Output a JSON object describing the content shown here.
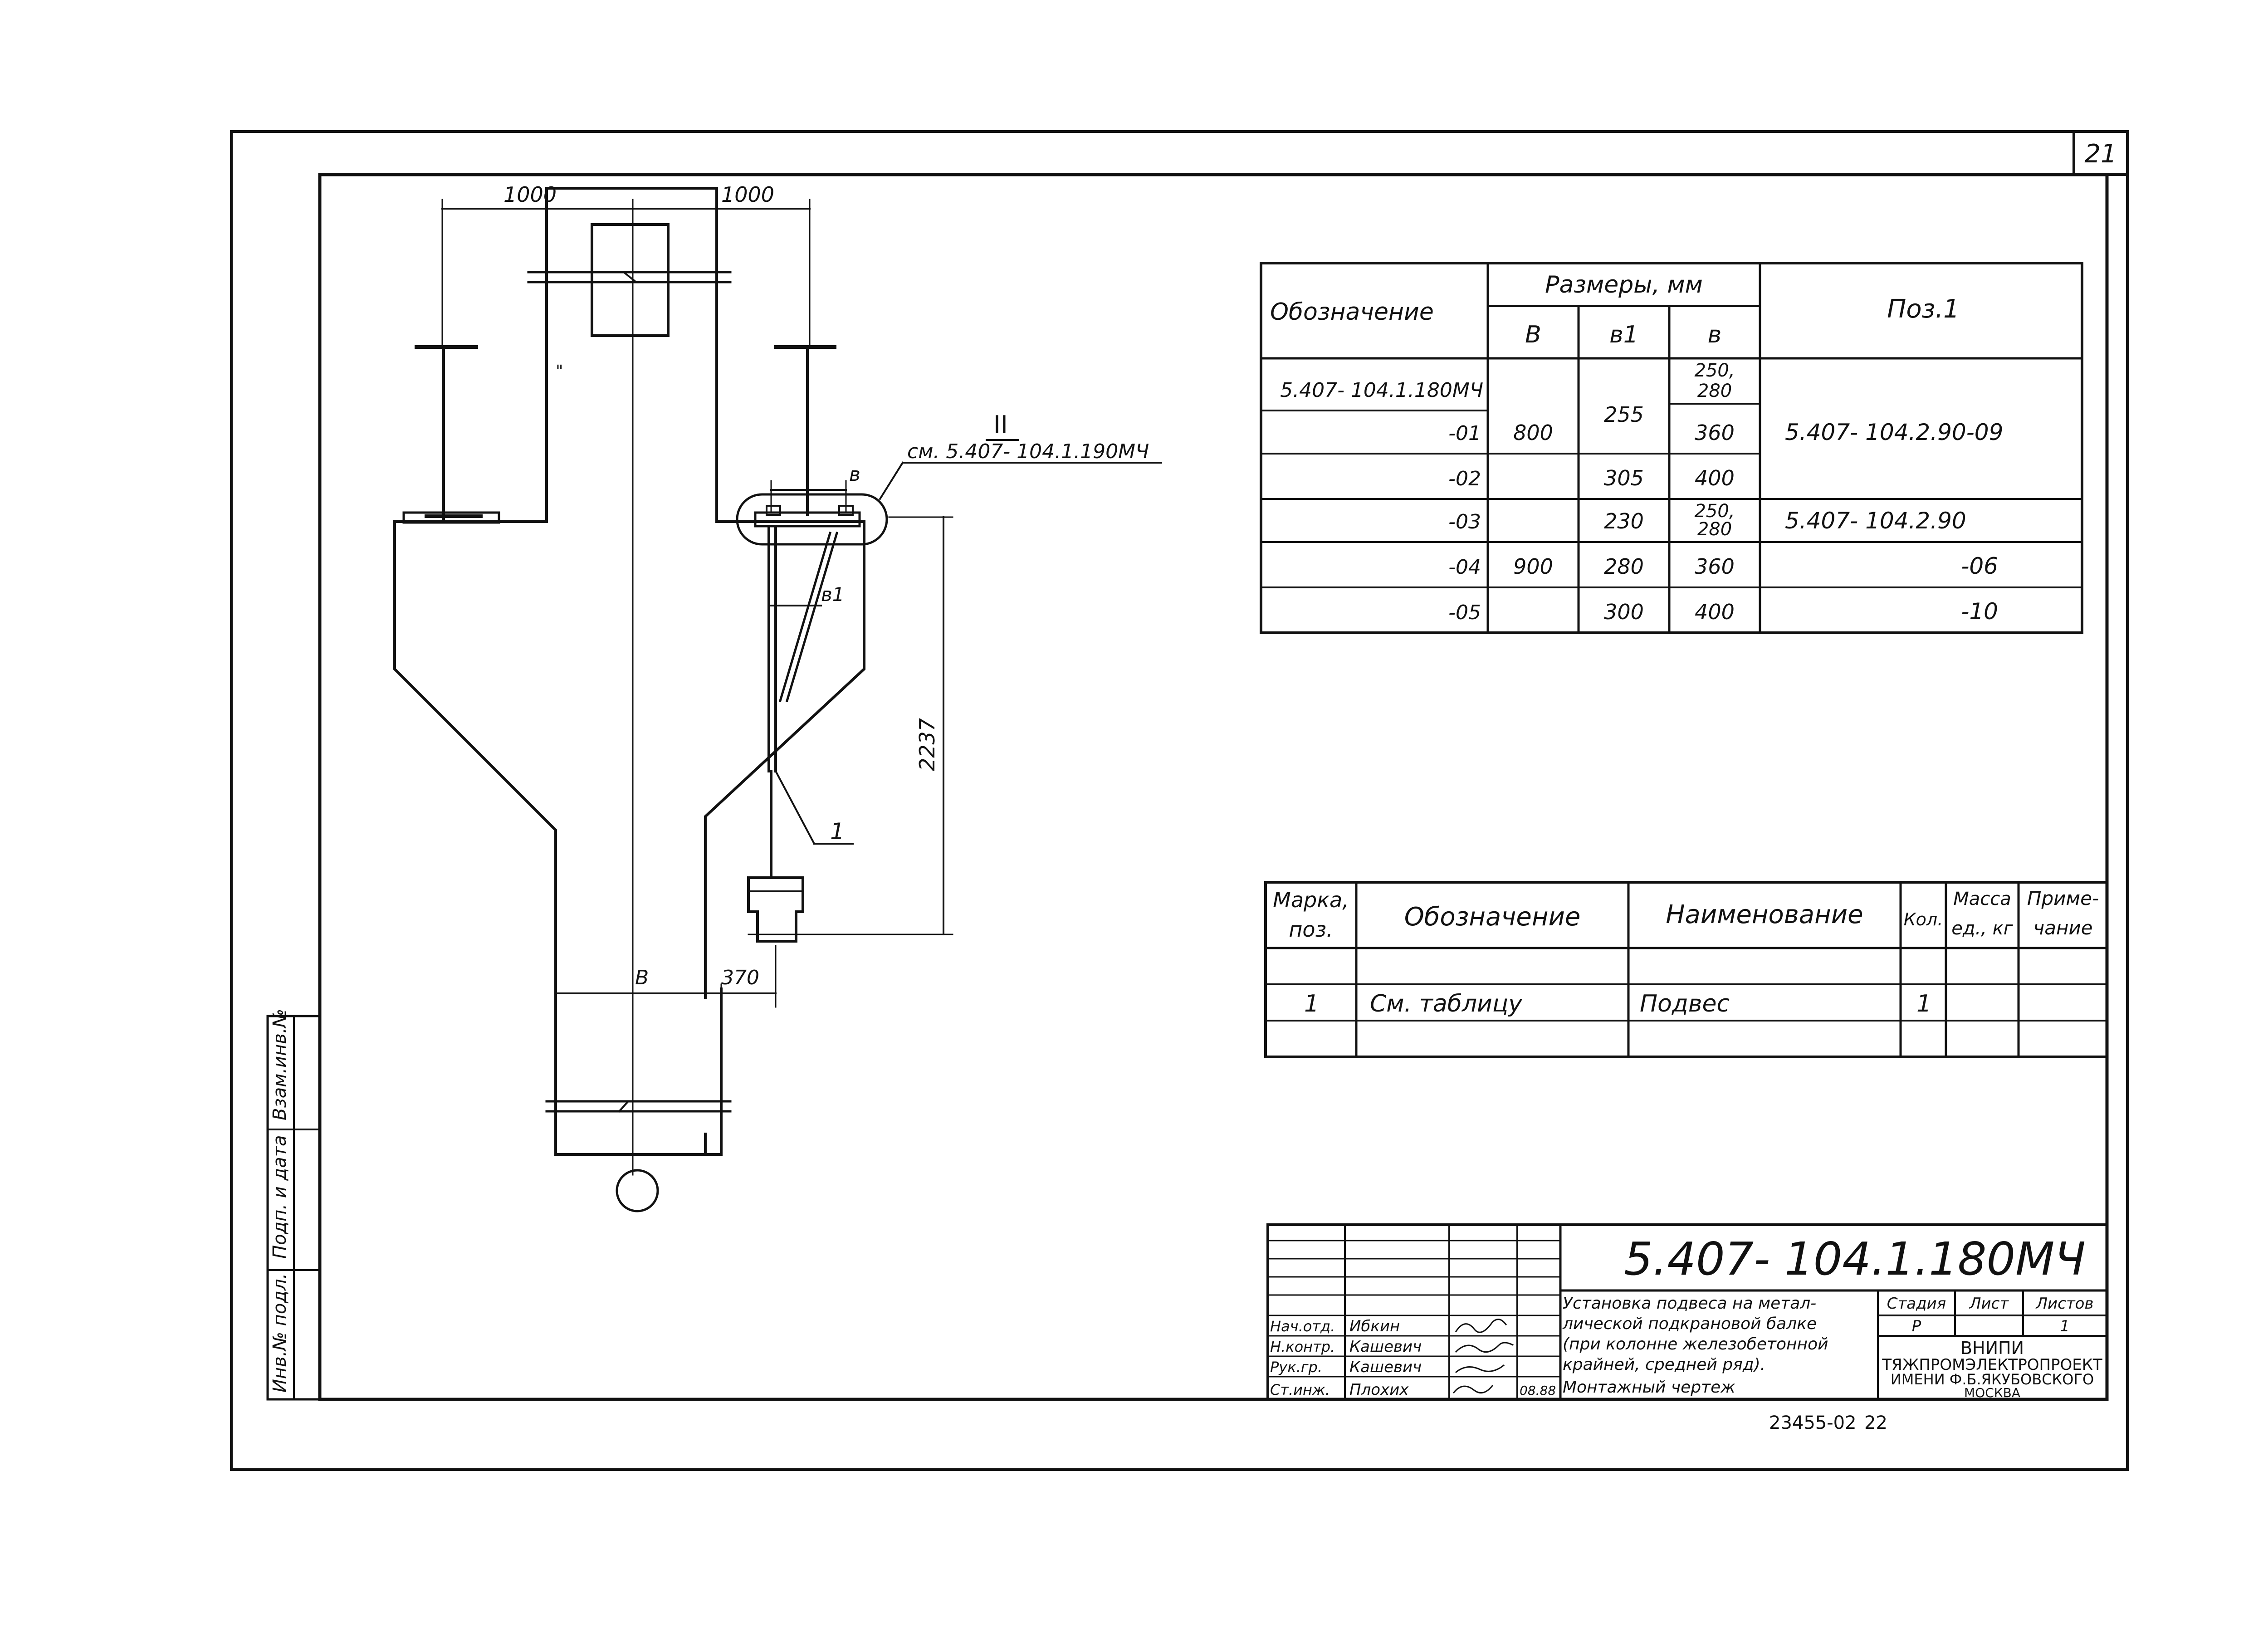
{
  "sheet": {
    "page_number": "21",
    "bottom_note": "23455-02",
    "bottom_page": "22"
  },
  "drawing": {
    "dim_left_1000": "1000",
    "dim_right_1000": "1000",
    "dim_b_small": "в",
    "dim_b1": "в1",
    "dim_height": "2237",
    "dim_B": "В",
    "dim_370": "370",
    "position_label": "1",
    "section_mark": "II",
    "section_ref": "см. 5.407- 104.1.190МЧ"
  },
  "sizes_table": {
    "header_designation": "Обозначение",
    "header_sizes": "Размеры, мм",
    "header_B": "В",
    "header_b1": "в1",
    "header_b": "в",
    "header_pos": "Поз.1",
    "rows": [
      {
        "designation": "5.407- 104.1.180МЧ",
        "b": "250,",
        "b_line2": "280"
      },
      {
        "designation": "-01",
        "b": "360"
      },
      {
        "designation": "-02",
        "b1": "305",
        "b": "400"
      },
      {
        "designation": "-03",
        "b1": "230",
        "b": "250,",
        "b_line2": "280"
      },
      {
        "designation": "-04",
        "b1": "280",
        "b": "360"
      },
      {
        "designation": "-05",
        "b1": "300",
        "b": "400"
      }
    ],
    "B_800": "800",
    "B_900": "900",
    "b1_255": "255",
    "pos_a": "5.407- 104.2.90-09",
    "pos_b": "5.407- 104.2.90",
    "pos_c": "-06",
    "pos_d": "-10"
  },
  "spec_table": {
    "h_mark": "Марка,",
    "h_mark2": "поз.",
    "h_designation": "Обозначение",
    "h_name": "Наименование",
    "h_qty": "Кол.",
    "h_mass": "Масса",
    "h_mass2": "ед., кг",
    "h_note": "Приме-",
    "h_note2": "чание",
    "row": {
      "mark": "1",
      "designation": "См. таблицу",
      "name": "Подвес",
      "qty": "1"
    }
  },
  "title_block": {
    "doc_number": "5.407- 104.1.180МЧ",
    "title_1": "Установка подвеса на метал-",
    "title_2": "лической подкрановой балке",
    "title_3": "(при колонне железобетонной",
    "title_4": "крайней, средней ряд).",
    "title_5": "Монтажный чертеж",
    "stage_label": "Стадия",
    "sheet_label": "Лист",
    "sheets_label": "Листов",
    "stage": "Р",
    "sheets": "1",
    "org_1": "ВНИПИ",
    "org_2": "ТЯЖПРОМЭЛЕКТРОПРОЕКТ",
    "org_3": "ИМЕНИ Ф.Б.ЯКУБОВСКОГО",
    "org_4": "МОСКВА",
    "role_1": "Нач.отд.",
    "role_2": "Н.контр.",
    "role_3": "Рук.гр.",
    "role_4": "Ст.инж.",
    "name_1": "Ибкин",
    "name_2": "Кашевич",
    "name_3": "Кашевич",
    "name_4": "Плохих",
    "date_4": "08.88"
  },
  "side_stamp": {
    "inv_orig": "Инв.№ подл.",
    "sign_date": "Подп. и дата",
    "replace_inv": "Взам.инв.№"
  }
}
